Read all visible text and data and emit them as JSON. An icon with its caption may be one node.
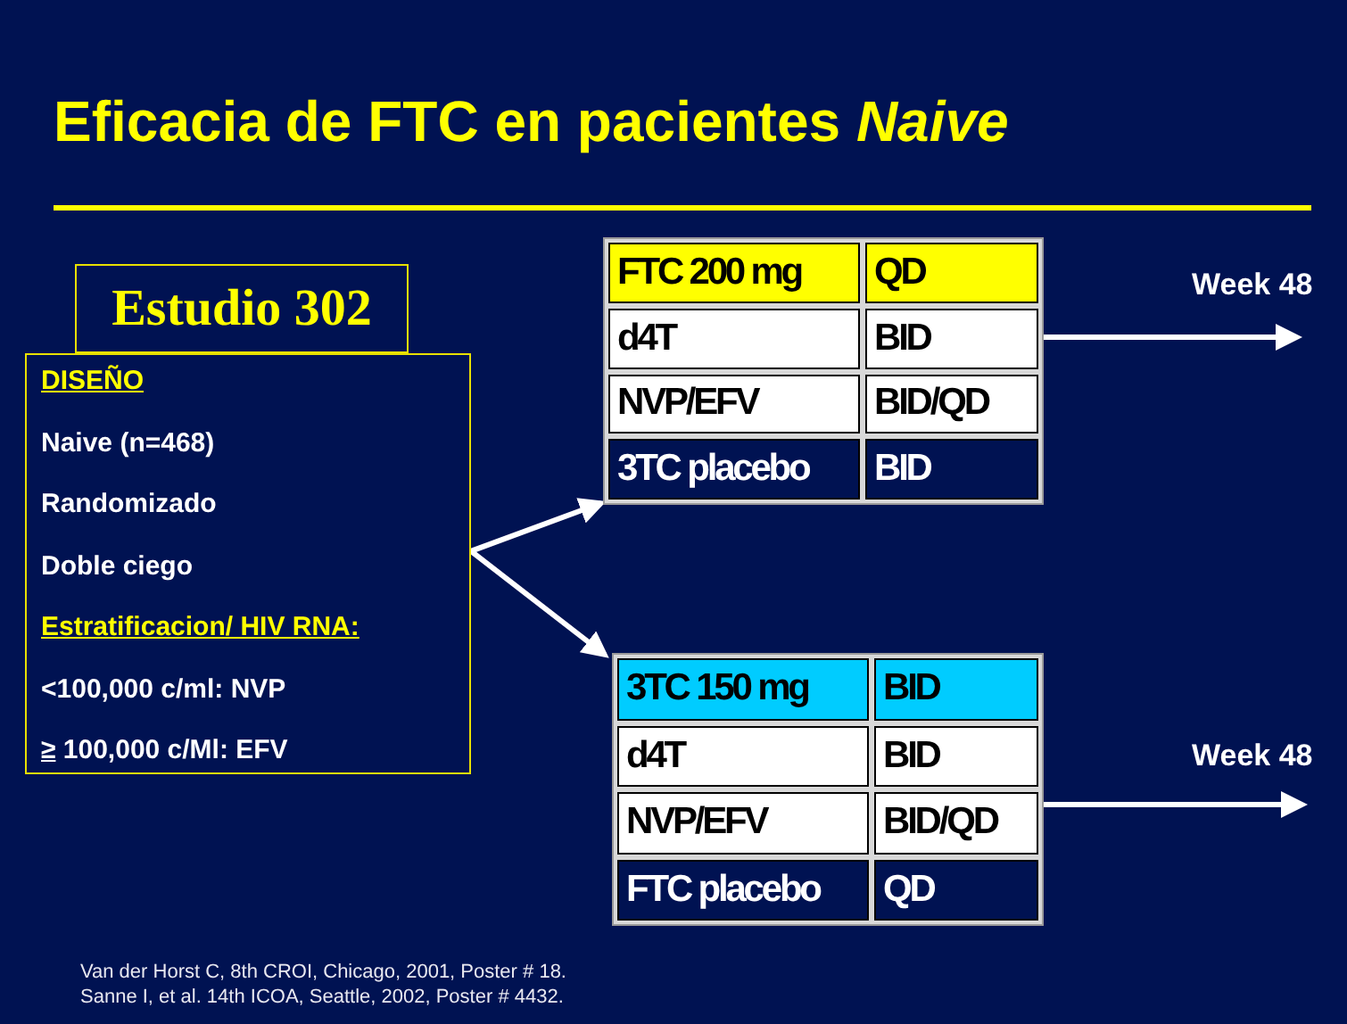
{
  "diagram": {
    "title": "Eficacia de FTC en pacientes *Naive*",
    "nodes": [
      {
        "text": [
          "Estudio 302"
        ]
      },
      {
        "text": [
          "DISEÑO",
          "Naive (n=468)",
          "Randomizado",
          "Doble ciego",
          "Estratificacion/ HIV RNA:",
          "<100,000 c/ml: NVP",
          "≥ 100,000 c/Ml: EFV"
        ]
      },
      {
        "text": [
          "FTC 200 mg",
          "QD",
          "d4T",
          "BID",
          "NVP/EFV",
          "BID/QD",
          "3TC placebo",
          "BID"
        ]
      },
      {
        "text": [
          "3TC 150 mg",
          "BID",
          "d4T",
          "BID",
          "NVP/EFV",
          "BID/QD",
          "FTC placebo",
          "QD"
        ]
      }
    ],
    "edges": [
      {
        "from": 1,
        "to": 2,
        "arrow": "to"
      },
      {
        "from": 1,
        "to": 3,
        "arrow": "to"
      },
      {
        "from": 2,
        "to": null,
        "arrow": "to",
        "label": "Week 48"
      },
      {
        "from": 3,
        "to": null,
        "arrow": "to",
        "label": "Week 48"
      }
    ],
    "labels": [
      "Van der Horst C, 8th CROI, Chicago, 2001, Poster # 18.",
      "Sanne I, et al. 14th ICOA, Seattle, 2002, Poster # 4432."
    ]
  }
}
